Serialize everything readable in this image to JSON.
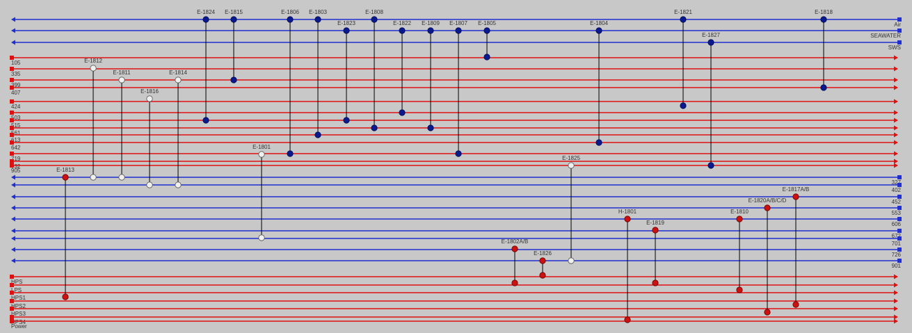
{
  "colors": {
    "background": "#c8c8c8",
    "cold_stream": "#1f2fd0",
    "hot_stream": "#e01010",
    "utility_stream": "#e01010",
    "cooler_node": "#0a1a8c",
    "heater_node": "#cc1111",
    "exchanger_node": "#f0f0f0",
    "link": "#000000"
  },
  "cold_utilities": [
    {
      "label": "Air"
    },
    {
      "label": "SEAWATER"
    },
    {
      "label": "SWS"
    }
  ],
  "hot_streams": [
    {
      "label": "105"
    },
    {
      "label": "335"
    },
    {
      "label": "399"
    },
    {
      "label": "407"
    },
    {
      "label": "424"
    },
    {
      "label": "503"
    },
    {
      "label": "515"
    },
    {
      "label": "561"
    },
    {
      "label": "613"
    },
    {
      "label": "642"
    },
    {
      "label": "719"
    },
    {
      "label": "732"
    },
    {
      "label": "905"
    }
  ],
  "cold_streams": [
    {
      "label": "327"
    },
    {
      "label": "402"
    },
    {
      "label": "452"
    },
    {
      "label": "553"
    },
    {
      "label": "606"
    },
    {
      "label": "672"
    },
    {
      "label": "701"
    },
    {
      "label": "726"
    },
    {
      "label": "901"
    }
  ],
  "hot_utilities": [
    {
      "label": "HPS"
    },
    {
      "label": "LPS"
    },
    {
      "label": "HPS1"
    },
    {
      "label": "HPS2"
    },
    {
      "label": "HPS3"
    },
    {
      "label": "HPS4"
    },
    {
      "label": "Power"
    }
  ],
  "exchangers": [
    {
      "name": "E-1824",
      "kind": "cooler",
      "from": "Air",
      "to": "515"
    },
    {
      "name": "E-1815",
      "kind": "cooler",
      "from": "Air",
      "to": "399"
    },
    {
      "name": "E-1806",
      "kind": "cooler",
      "from": "Air",
      "to": "719"
    },
    {
      "name": "E-1803",
      "kind": "cooler",
      "from": "Air",
      "to": "613"
    },
    {
      "name": "E-1823",
      "kind": "cooler",
      "from": "SEAWATER",
      "to": "515"
    },
    {
      "name": "E-1808",
      "kind": "cooler",
      "from": "Air",
      "to": "561"
    },
    {
      "name": "E-1822",
      "kind": "cooler",
      "from": "SEAWATER",
      "to": "503"
    },
    {
      "name": "E-1809",
      "kind": "cooler",
      "from": "SEAWATER",
      "to": "561"
    },
    {
      "name": "E-1807",
      "kind": "cooler",
      "from": "SEAWATER",
      "to": "719"
    },
    {
      "name": "E-1805",
      "kind": "cooler",
      "from": "SEAWATER",
      "to": "SWS"
    },
    {
      "name": "E-1804",
      "kind": "cooler",
      "from": "SEAWATER",
      "to": "642"
    },
    {
      "name": "E-1821",
      "kind": "cooler",
      "from": "Air",
      "to": "424"
    },
    {
      "name": "E-1827",
      "kind": "cooler",
      "from": "SWS",
      "to": "905"
    },
    {
      "name": "E-1818",
      "kind": "cooler",
      "from": "Air",
      "to": "407"
    },
    {
      "name": "E-1812",
      "kind": "exchanger",
      "from": "335",
      "to": "327"
    },
    {
      "name": "E-1811",
      "kind": "exchanger",
      "from": "399",
      "to": "327"
    },
    {
      "name": "E-1816",
      "kind": "exchanger",
      "from": "424",
      "to": "402"
    },
    {
      "name": "E-1814",
      "kind": "exchanger",
      "from": "399",
      "to": "402"
    },
    {
      "name": "E-1801",
      "kind": "exchanger",
      "from": "732",
      "to": "672"
    },
    {
      "name": "E-1825",
      "kind": "exchanger",
      "from": "905",
      "to": "726"
    },
    {
      "name": "E-1813",
      "kind": "heater",
      "from": "327",
      "to": "HPS1"
    },
    {
      "name": "E-1802A/B",
      "kind": "heater",
      "from": "701",
      "to": "HPS"
    },
    {
      "name": "E-1826",
      "kind": "heater",
      "from": "726",
      "to": "LPS"
    },
    {
      "name": "H-1801",
      "kind": "heater",
      "from": "606",
      "to": "HPS4"
    },
    {
      "name": "E-1819",
      "kind": "heater",
      "from": "672",
      "to": "HPS"
    },
    {
      "name": "E-1810",
      "kind": "heater",
      "from": "606",
      "to": "HPS1"
    },
    {
      "name": "E-1820A/B/C/D",
      "kind": "heater",
      "from": "553",
      "to": "HPS3"
    },
    {
      "name": "E-1817A/B",
      "kind": "heater",
      "from": "452",
      "to": "HPS2"
    }
  ]
}
